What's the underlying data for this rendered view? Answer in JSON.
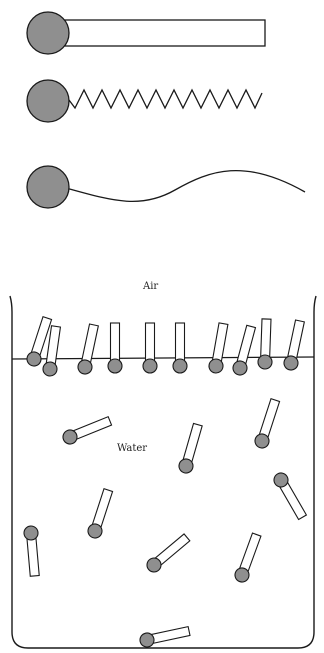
{
  "labels": {
    "air": "Air",
    "water": "Water"
  },
  "legend": [
    {
      "kind": "rod"
    },
    {
      "kind": "zigzag"
    },
    {
      "kind": "wave"
    }
  ],
  "colors": {
    "head_fill": "#8f8f8f",
    "line": "#1a1a1a",
    "background": "#ffffff"
  },
  "icons": {
    "head": "circle-head",
    "tail": "rectangular-tail"
  }
}
